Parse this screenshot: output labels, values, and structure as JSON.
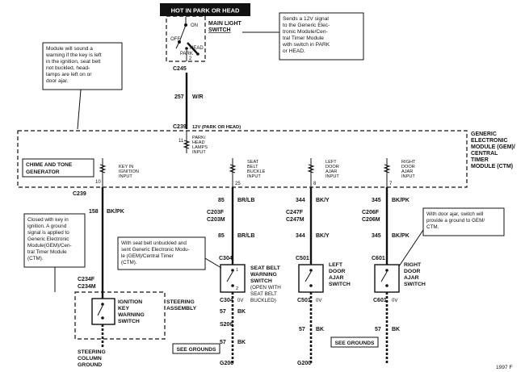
{
  "header_label": "HOT IN PARK OR HEAD",
  "main_light_switch": {
    "title_line1": "MAIN LIGHT",
    "title_line2": "SWITCH",
    "pos_on": "ON",
    "pos_off": "OFF",
    "pos_park": "PARK",
    "pos_head": "HEAD",
    "pin": "2",
    "connector": "C245"
  },
  "callouts": {
    "main_switch": [
      "Sends a 12V signal",
      "to the Generic Elec-",
      "tronic Module/Cen-",
      "tral Timer Module",
      "with switch in PARK",
      "or HEAD."
    ],
    "module": [
      "Module will sound a",
      "warning if the key is left",
      "in the ignition, seat belt",
      "not buckled, head-",
      "lamps are left on or",
      "door ajar."
    ],
    "ignition": [
      "Closed with key in",
      "ignition. A ground",
      "signal is applied to",
      "Generic Electronic",
      "Module(GEM)/Cen-",
      "tral Timer Module",
      "(CTM)."
    ],
    "seat_belt": [
      "With seat belt unbuckled and",
      "sent Generic Electronic Modu-",
      "le (GEM)/Central Timer",
      "(CTM)."
    ],
    "door_ajar": [
      "With door ajar, switch will",
      "provide a ground to GEM/",
      "CTM."
    ]
  },
  "feed_wire": {
    "circuit": "257",
    "color": "W/R",
    "connector": "C239",
    "note": "12V (PARK OR HEAD)"
  },
  "module": {
    "title": [
      "GENERIC",
      "ELECTRONIC",
      "MODULE (GEM)/",
      "CENTRAL",
      "TIMER",
      "MODULE (CTM)"
    ],
    "chime_line1": "CHIME AND TONE",
    "chime_line2": "GENERATOR",
    "headlamp_pin": "11",
    "headlamp_input": [
      "PARK/",
      "HEAD",
      "LAMPS",
      "INPUT"
    ],
    "inputs": [
      {
        "pin": "10",
        "lines": [
          "KEY IN",
          "IGNITION",
          "INPUT"
        ]
      },
      {
        "pin": "25",
        "lines": [
          "SEAT",
          "BELT",
          "BUCKLE",
          "INPUT"
        ]
      },
      {
        "pin": "8",
        "lines": [
          "LEFT",
          "DOOR",
          "AJAR",
          "INPUT"
        ]
      },
      {
        "pin": "7",
        "lines": [
          "RIGHT",
          "DOOR",
          "AJAR",
          "INPUT"
        ]
      }
    ]
  },
  "ignition_circuit": {
    "connector_top": "C239",
    "circuit": "158",
    "color": "BK/PK",
    "connector_mid1": "C234F",
    "connector_mid2": "C234M",
    "switch_lines": [
      "IGNITION",
      "KEY",
      "WARNING",
      "SWITCH"
    ],
    "assembly_lines": [
      "STEERING",
      "ASSEMBLY"
    ],
    "ground_lines": [
      "STEERING",
      "COLUMN",
      "GROUND"
    ]
  },
  "seat_belt_circuit": {
    "circuit1": "85",
    "color1": "BR/LB",
    "connector_mid1": "C203F",
    "connector_mid2": "C203M",
    "circuit2": "85",
    "color2": "BR/LB",
    "connector_switch": "C304",
    "pin_top": "1",
    "pin_bottom": "2",
    "switch_lines": [
      "SEAT BELT",
      "WARNING",
      "SWITCH"
    ],
    "switch_note": [
      "(OPEN WITH",
      "SEAT BELT",
      "BUCKLED)"
    ],
    "connector_low": "C304",
    "volt": "0V",
    "gnd_circuit1": "57",
    "gnd_color1": "BK",
    "splice": "S206",
    "gnd_circuit2": "57",
    "gnd_color2": "BK",
    "ground": "G200"
  },
  "left_door_circuit": {
    "circuit1": "344",
    "color1": "BK/Y",
    "connector_mid1": "C247F",
    "connector_mid2": "C247M",
    "circuit2": "344",
    "color2": "BK/Y",
    "connector_switch": "C501",
    "switch_lines": [
      "LEFT",
      "DOOR",
      "AJAR",
      "SWITCH"
    ],
    "connector_low": "C501",
    "volt": "0V",
    "gnd_circuit": "57",
    "gnd_color": "BK",
    "ground": "G200"
  },
  "right_door_circuit": {
    "circuit1": "345",
    "color1": "BK/PK",
    "connector_mid1": "C206F",
    "connector_mid2": "C206M",
    "circuit2": "345",
    "color2": "BK/PK",
    "connector_switch": "C601",
    "switch_lines": [
      "RIGHT",
      "DOOR",
      "AJAR",
      "SWITCH"
    ],
    "connector_low": "C601",
    "volt": "0V",
    "gnd_circuit": "57",
    "gnd_color": "BK"
  },
  "see_grounds_1": "SEE GROUNDS",
  "see_grounds_2": "SEE GROUNDS",
  "figure_code": "1997 F"
}
